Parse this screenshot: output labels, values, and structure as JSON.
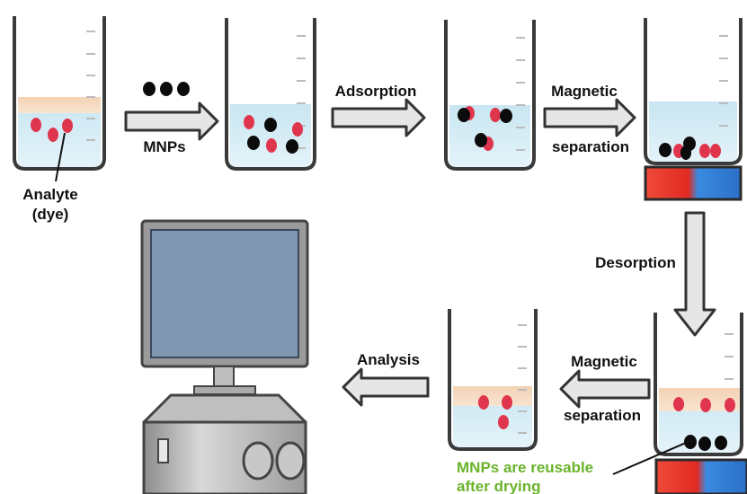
{
  "labels": {
    "analyte_line1": "Analyte",
    "analyte_line2": "(dye)",
    "mnps": "MNPs",
    "adsorption": "Adsorption",
    "magnetic_sep_top_1": "Magnetic",
    "magnetic_sep_top_2": "separation",
    "desorption": "Desorption",
    "magnetic_sep_bottom_1": "Magnetic",
    "magnetic_sep_bottom_2": "separation",
    "analysis": "Analysis",
    "reuse_line1": "MNPs are reusable",
    "reuse_line2": "after drying"
  },
  "colors": {
    "dye_particle": "#e0364d",
    "mnp_particle": "#0b0b0b",
    "liquid_blue": "#cfe8f2",
    "liquid_orange": "#f6dcc0",
    "magnet_red": "#e63226",
    "magnet_blue": "#2e7fd9",
    "reuse_text": "#6ab42c",
    "arrow_fill": "#e6e6e6"
  }
}
